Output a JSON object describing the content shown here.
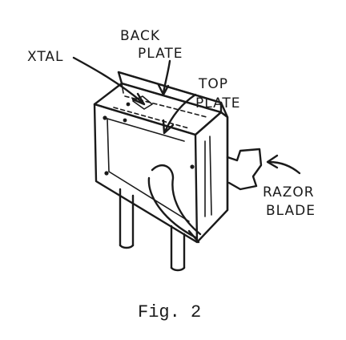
{
  "labels": {
    "xtal": "XTAL",
    "back_plate_line1": "BACK",
    "back_plate_line2": "PLATE",
    "top_plate_line1": "TOP",
    "top_plate_line2": "PLATE",
    "razor_blade_line1": "RAZOR",
    "razor_blade_line2": "BLADE"
  },
  "caption": "Fig. 2"
}
